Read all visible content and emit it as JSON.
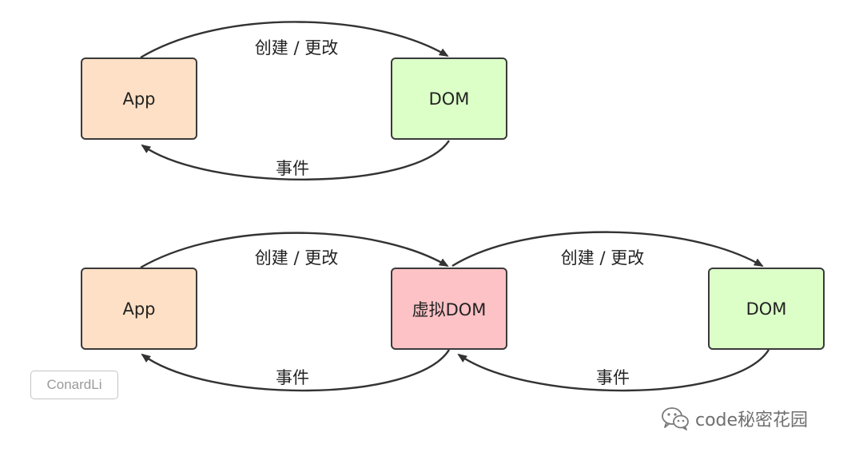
{
  "colors": {
    "app_fill": "#fde0c5",
    "dom_fill": "#dcffc8",
    "vdom_fill": "#fcc2c6",
    "border": "#3a3a3a",
    "arrow": "#333333"
  },
  "top_diagram": {
    "nodes": {
      "app": "App",
      "dom": "DOM"
    },
    "edges": {
      "create_update": "创建 / 更改",
      "event": "事件"
    }
  },
  "bottom_diagram": {
    "nodes": {
      "app": "App",
      "vdom": "虚拟DOM",
      "dom": "DOM"
    },
    "edges": {
      "create_update_1": "创建 / 更改",
      "event_1": "事件",
      "create_update_2": "创建 / 更改",
      "event_2": "事件"
    }
  },
  "watermark": {
    "author": "ConardLi",
    "wechat_text": "code秘密花园",
    "wechat_icon": "wechat-icon"
  }
}
